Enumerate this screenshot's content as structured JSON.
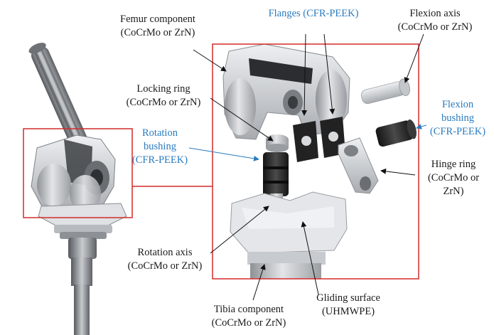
{
  "colors": {
    "frame": "#d42a2a",
    "blue_label": "#2a7bbf",
    "black_label": "#1a1a1a",
    "metal": "#c9ccd0",
    "dark_part": "#2b2b2b"
  },
  "labels": {
    "femur": {
      "line1": "Femur component",
      "line2": "(CoCrMo or ZrN)"
    },
    "flanges": {
      "line1": "Flanges (CFR-PEEK)"
    },
    "flexion_axis": {
      "line1": "Flexion axis",
      "line2": "(CoCrMo or ZrN)"
    },
    "locking_ring": {
      "line1": "Locking ring",
      "line2": "(CoCrMo or ZrN)"
    },
    "rotation_bushing": {
      "line1": "Rotation",
      "line2": "bushing",
      "line3": "(CFR-PEEK)"
    },
    "flexion_bushing": {
      "line1": "Flexion",
      "line2": "bushing",
      "line3": "(CFR-PEEK)"
    },
    "hinge_ring": {
      "line1": "Hinge ring",
      "line2": "(CoCrMo or",
      "line3": "ZrN)"
    },
    "rotation_axis": {
      "line1": "Rotation axis",
      "line2": "(CoCrMo or ZrN)"
    },
    "gliding_surface": {
      "line1": "Gliding surface",
      "line2": "(UHMWPE)"
    },
    "tibia": {
      "line1": "Tibia component",
      "line2": "(CoCrMo or ZrN)"
    }
  }
}
